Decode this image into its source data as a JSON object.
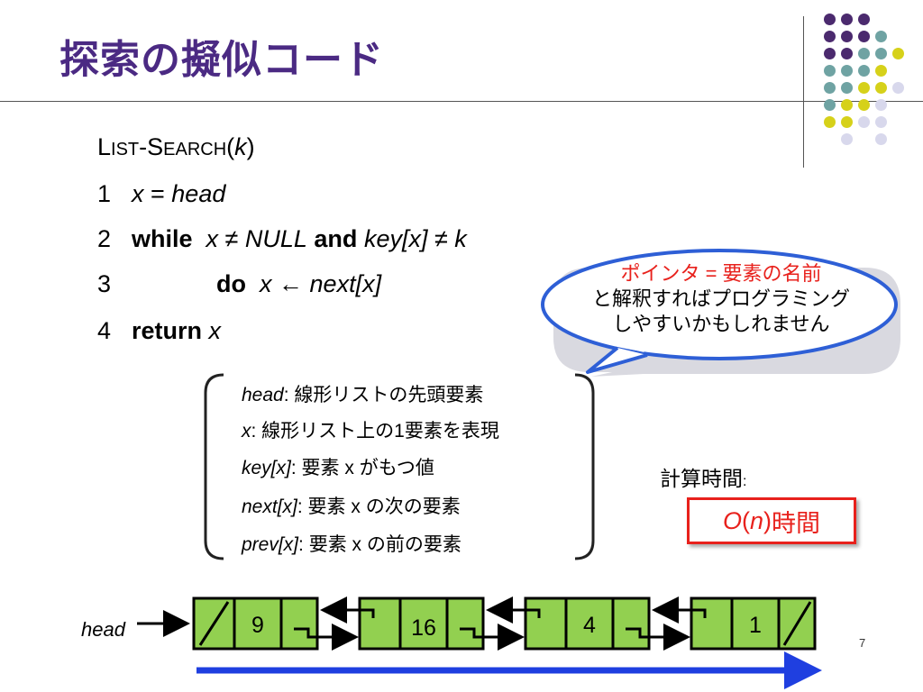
{
  "slide": {
    "title": "探索の擬似コード",
    "page_number": "7"
  },
  "code": {
    "proc_name_L": "L",
    "proc_name_IST": "IST",
    "proc_name_dash_S": "-S",
    "proc_name_EARCH": "EARCH",
    "proc_open": "(",
    "proc_arg": "k",
    "proc_close": ")",
    "lines": [
      {
        "num": "1",
        "a": "x",
        "b": " = ",
        "c": "head"
      },
      {
        "num": "2",
        "kw1": "while",
        "a": "x",
        "b": " ≠ ",
        "c": "NULL",
        "kw2": "and",
        "d": "key[x]",
        "e": " ≠ ",
        "f": "k"
      },
      {
        "num": "3",
        "kw1": "do",
        "a": "x",
        "b": " ← ",
        "c": "next[x]"
      },
      {
        "num": "4",
        "kw1": "return",
        "a": "x"
      }
    ]
  },
  "legend": [
    {
      "term": "head",
      "desc": ": 線形リストの先頭要素"
    },
    {
      "term": "x",
      "desc": ": 線形リスト上の1要素を表現"
    },
    {
      "term": "key[x]",
      "desc": ": 要素 x がもつ値"
    },
    {
      "term": "next[x]",
      "desc": ": 要素 x の次の要素"
    },
    {
      "term": "prev[x]",
      "desc": ": 要素 x の前の要素"
    }
  ],
  "bubble": {
    "line1": "ポインタ = 要素の名前",
    "line2": "と解釈すればプログラミング",
    "line3": "しやすいかもしれません"
  },
  "complexity": {
    "label": "計算時間",
    "colon": ":",
    "O": "O",
    "open": "(",
    "n": "n",
    "close": ")",
    "unit": " 時間"
  },
  "linked_list": {
    "head_label": "head",
    "nodes": [
      "9",
      "16",
      "4",
      "1"
    ]
  },
  "colors": {
    "title": "#4b2a83",
    "node_fill": "#92d050",
    "bubble_border": "#2e5fd6",
    "bubble_text_red": "#e8211c",
    "scan_arrow": "#1f3fe0",
    "dot_purple": "#4b2a6e",
    "dot_teal": "#6fa3a3",
    "dot_yellow": "#d6d11a",
    "dot_lavender": "#d8d8ec"
  }
}
